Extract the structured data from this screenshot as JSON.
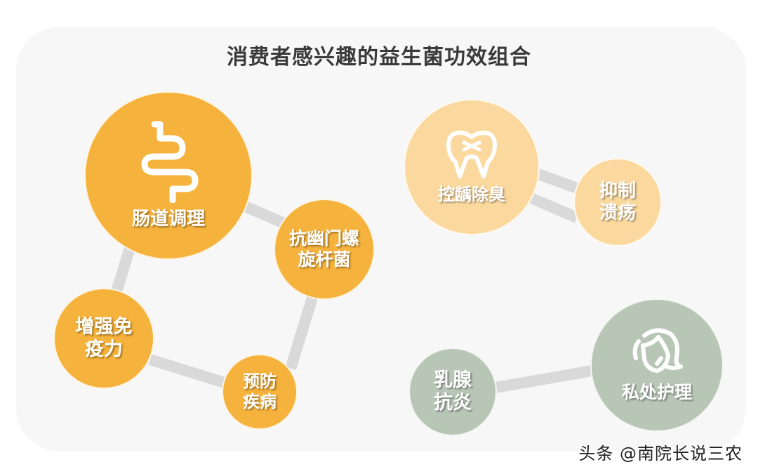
{
  "title": "消费者感兴趣的益生菌功效组合",
  "colors": {
    "card_bg": "#F7F7F7",
    "connector": "#D9D9D9",
    "orange": "#F5B23C",
    "peach": "#FBD99E",
    "sage": "#B8C6B6",
    "title_text": "#3A3A3A"
  },
  "groups": [
    {
      "name": "gut-group",
      "color": "#F5B23C",
      "nodes": [
        {
          "id": "gut",
          "label": "肠道调理",
          "icon": "intestine-icon"
        },
        {
          "id": "hp",
          "label_line1": "抗幽门螺",
          "label_line2": "旋杆菌"
        },
        {
          "id": "immune",
          "label_line1": "增强免",
          "label_line2": "疫力"
        },
        {
          "id": "disease",
          "label_line1": "预防",
          "label_line2": "疾病"
        }
      ],
      "links": [
        [
          "gut",
          "hp"
        ],
        [
          "gut",
          "immune"
        ],
        [
          "immune",
          "disease"
        ],
        [
          "disease",
          "hp"
        ]
      ]
    },
    {
      "name": "oral-group",
      "color": "#FBD99E",
      "nodes": [
        {
          "id": "caries",
          "label": "控龋除臭",
          "icon": "tooth-icon"
        },
        {
          "id": "ulcer",
          "label_line1": "抑制",
          "label_line2": "溃疡"
        }
      ],
      "links": [
        [
          "caries",
          "ulcer"
        ],
        [
          "caries",
          "ulcer"
        ]
      ]
    },
    {
      "name": "female-group",
      "color": "#B8C6B6",
      "nodes": [
        {
          "id": "breast",
          "label_line1": "乳腺",
          "label_line2": "抗炎"
        },
        {
          "id": "intimate",
          "label": "私处护理",
          "icon": "woman-face-icon"
        }
      ],
      "links": [
        [
          "breast",
          "intimate"
        ]
      ]
    }
  ],
  "watermark": "头条 @南院长说三农"
}
